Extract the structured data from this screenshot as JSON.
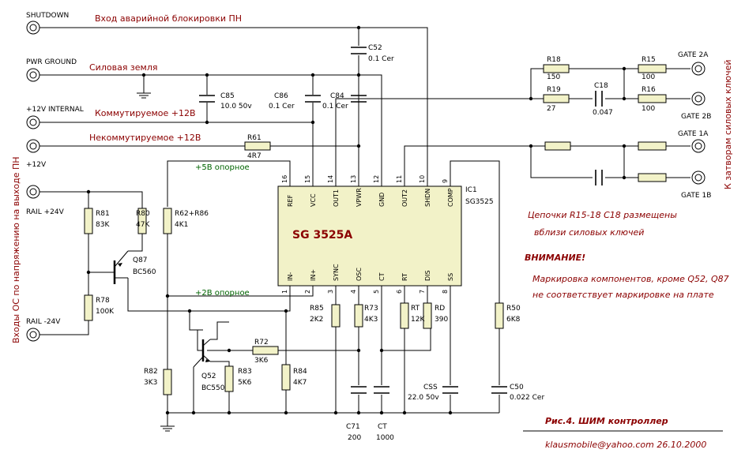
{
  "connectors": {
    "shutdown": "SHUTDOWN",
    "pwr_ground": "PWR GROUND",
    "v12_internal": "+12V INTERNAL",
    "v12": "+12V",
    "rail_p24": "RAIL +24V",
    "rail_m24": "RAIL -24V",
    "gate2a": "GATE 2A",
    "gate2b": "GATE 2B",
    "gate1a": "GATE 1A",
    "gate1b": "GATE 1B"
  },
  "annotations": {
    "shutdown_input": "Вход аварийной блокировки ПН",
    "power_ground": "Силовая земля",
    "switched_12v": "Коммутируемое +12В",
    "unswitched_12v": "Некоммутируемое +12В",
    "ref_5v": "+5В опорное",
    "ref_2v": "+2В опорное",
    "side_left": "Входы ОС по напряжению на выходе ПН",
    "side_right": "К затворам силовых ключей",
    "note1_l1": "Цепочки R15-18 C18 размещены",
    "note1_l2": "вблизи силовых ключей",
    "warning": "ВНИМАНИЕ!",
    "note2_l1": "Маркировка компонентов, кроме Q52, Q87",
    "note2_l2": "не соответствует маркировке на плате",
    "figure_caption": "Рис.4. ШИМ контроллер",
    "author": "klausmobile@yahoo.com 26.10.2000"
  },
  "ic": {
    "ref": "IC1",
    "part": "SG3525",
    "title": "SG 3525A",
    "top_pins": [
      {
        "num": "16",
        "name": "REF"
      },
      {
        "num": "15",
        "name": "VCC"
      },
      {
        "num": "14",
        "name": "OUT1"
      },
      {
        "num": "13",
        "name": "VPWR"
      },
      {
        "num": "12",
        "name": "GND"
      },
      {
        "num": "11",
        "name": "OUT2"
      },
      {
        "num": "10",
        "name": "SHDN"
      },
      {
        "num": "9",
        "name": "COMP"
      }
    ],
    "bottom_pins": [
      {
        "num": "1",
        "name": "IN-"
      },
      {
        "num": "2",
        "name": "IN+"
      },
      {
        "num": "3",
        "name": "SYNC"
      },
      {
        "num": "4",
        "name": "OSC"
      },
      {
        "num": "5",
        "name": "CT"
      },
      {
        "num": "6",
        "name": "RT"
      },
      {
        "num": "7",
        "name": "DIS"
      },
      {
        "num": "8",
        "name": "SS"
      }
    ]
  },
  "components": {
    "c52": {
      "ref": "C52",
      "val": "0.1 Cer"
    },
    "c85": {
      "ref": "C85",
      "val": "10.0 50v"
    },
    "c86": {
      "ref": "C86",
      "val": "0.1 Cer"
    },
    "c84": {
      "ref": "C84",
      "val": "0.1 Cer"
    },
    "r61": {
      "ref": "R61",
      "val": "4R7"
    },
    "r18": {
      "ref": "R18",
      "val": "150"
    },
    "r15": {
      "ref": "R15",
      "val": "100"
    },
    "r19": {
      "ref": "R19",
      "val": "27"
    },
    "c18": {
      "ref": "C18",
      "val": "0.047"
    },
    "r16": {
      "ref": "R16",
      "val": "100"
    },
    "r81": {
      "ref": "R81",
      "val": "83K"
    },
    "r80": {
      "ref": "R80",
      "val": "47K"
    },
    "q87": {
      "ref": "Q87",
      "val": "BC560"
    },
    "r78": {
      "ref": "R78",
      "val": "100K"
    },
    "r62": {
      "ref": "R62+R86",
      "val": "4K1"
    },
    "r85": {
      "ref": "R85",
      "val": "2K2"
    },
    "r73": {
      "ref": "R73",
      "val": "4K3"
    },
    "rt": {
      "ref": "RT",
      "val": "12K"
    },
    "rd": {
      "ref": "RD",
      "val": "390"
    },
    "r50": {
      "ref": "R50",
      "val": "6K8"
    },
    "r72": {
      "ref": "R72",
      "val": "3K6"
    },
    "r82": {
      "ref": "R82",
      "val": "3K3"
    },
    "q52": {
      "ref": "Q52",
      "val": "BC550"
    },
    "r83": {
      "ref": "R83",
      "val": "5K6"
    },
    "r84": {
      "ref": "R84",
      "val": "4K7"
    },
    "css": {
      "ref": "CSS",
      "val": "22.0 50v"
    },
    "c50": {
      "ref": "C50",
      "val": "0.022 Cer"
    },
    "c71": {
      "ref": "C71",
      "val": "200"
    },
    "ct": {
      "ref": "CT",
      "val": "1000"
    }
  },
  "colors": {
    "wire": "#000000",
    "ref_wire": "#006400",
    "annotation": "#8b0000",
    "component_fill": "#f2f2c8"
  }
}
